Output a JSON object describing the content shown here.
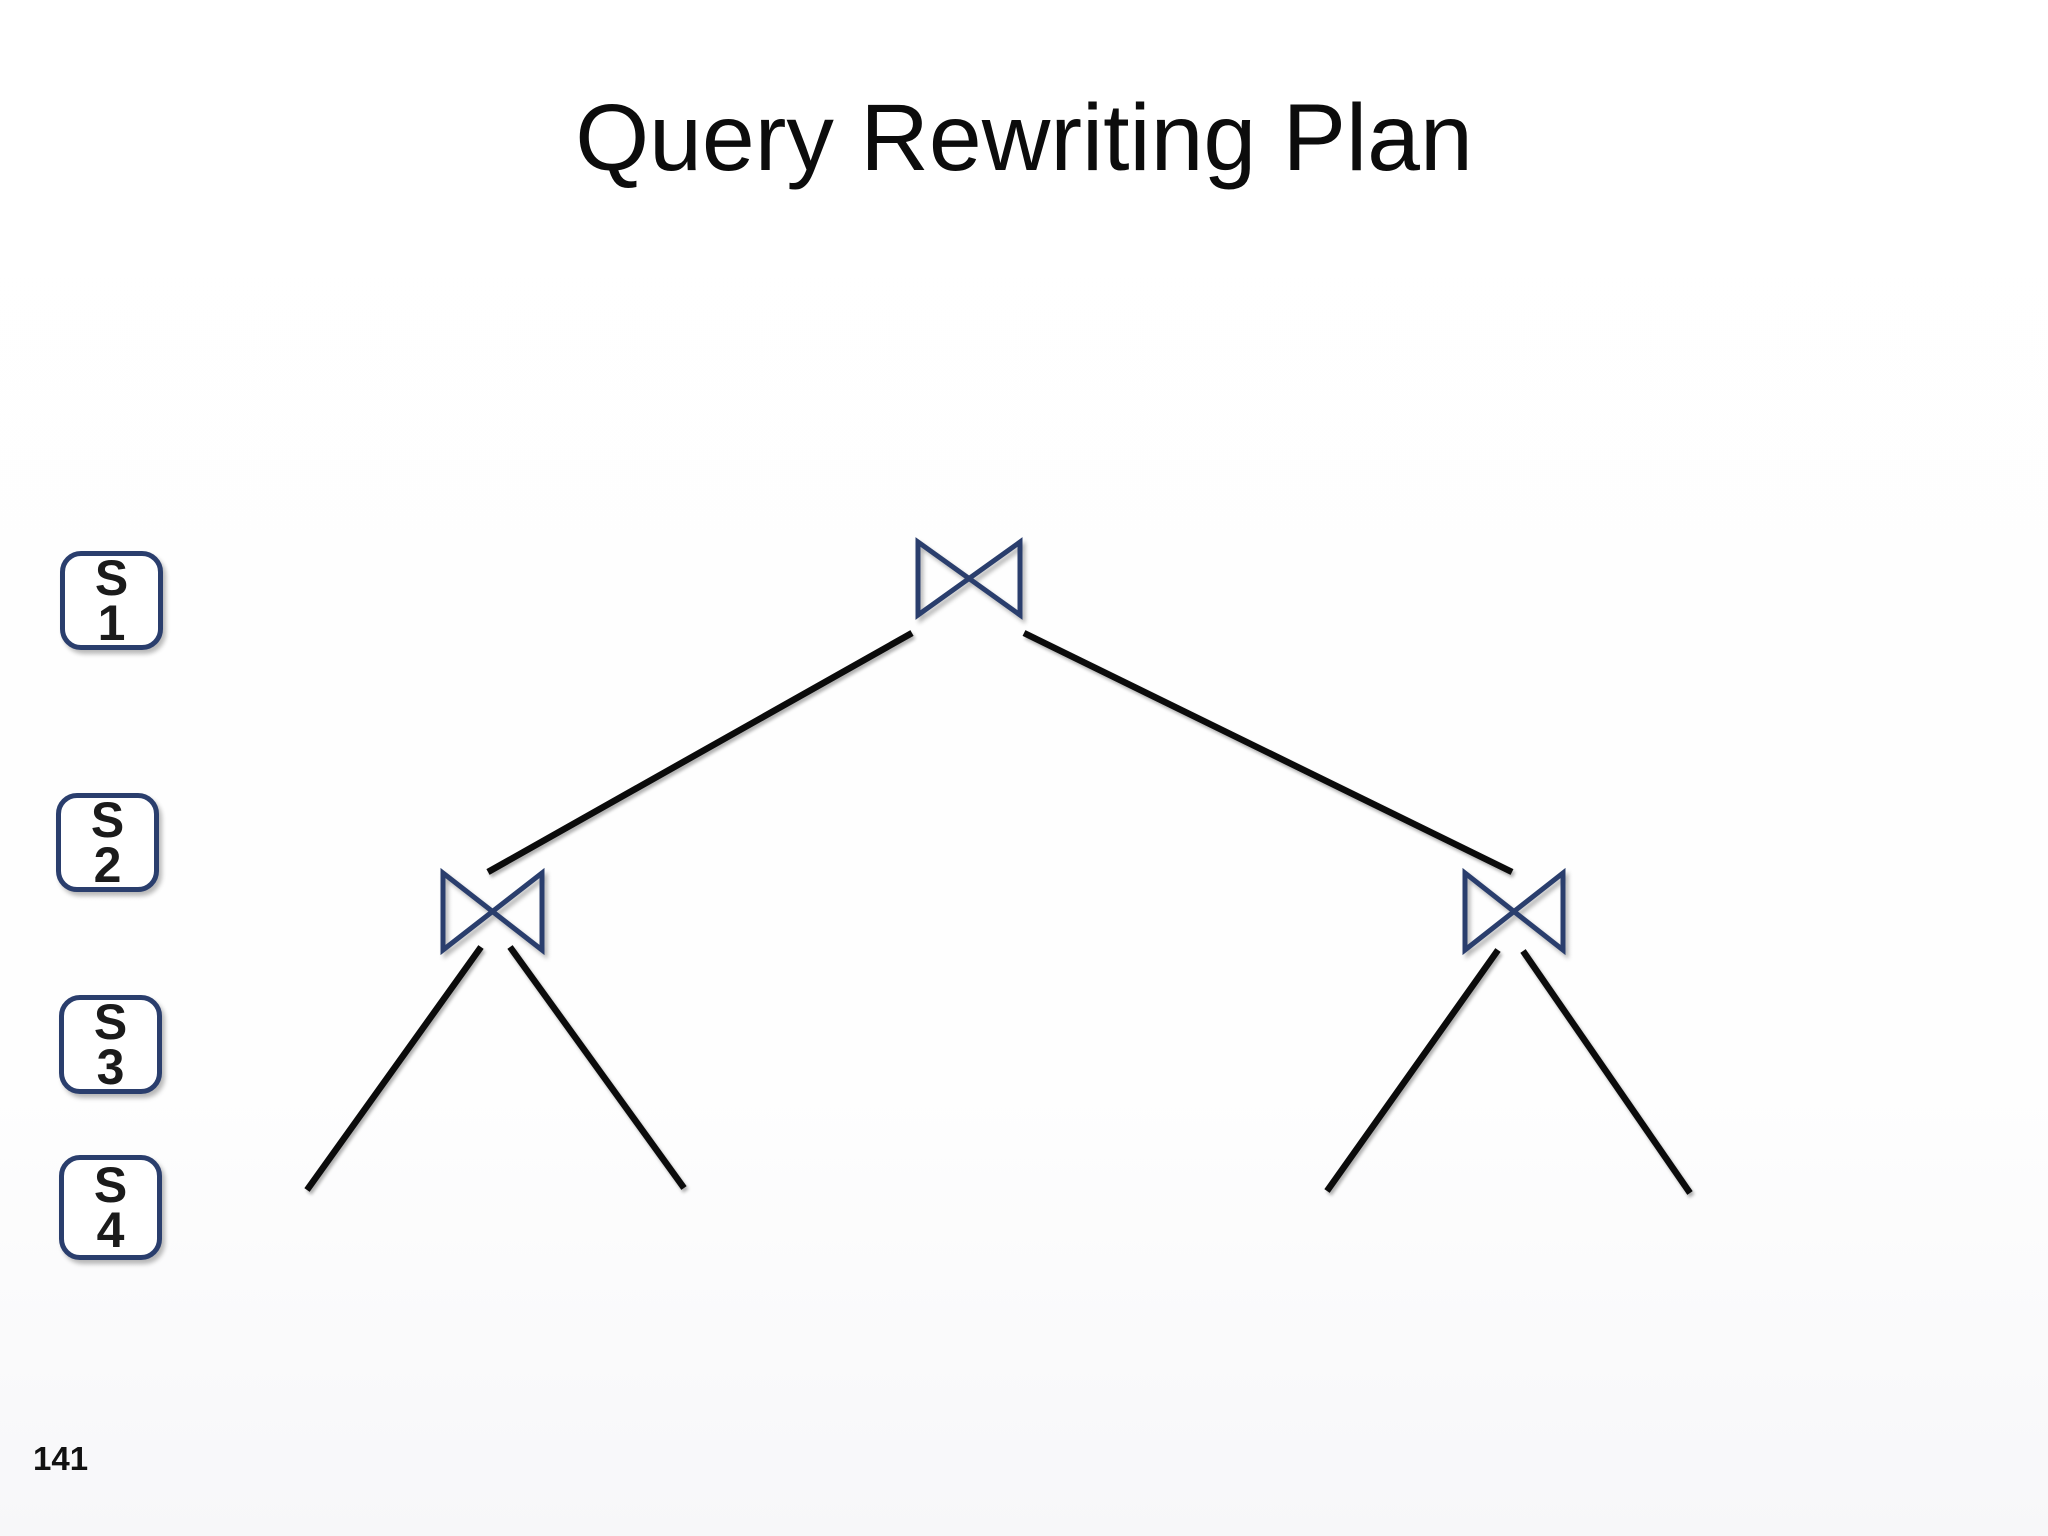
{
  "slide": {
    "title": "Query Rewriting Plan",
    "page_number": "141"
  },
  "sources": [
    {
      "id": "S1",
      "line1": "S",
      "line2": "1"
    },
    {
      "id": "S2",
      "line1": "S",
      "line2": "2"
    },
    {
      "id": "S3",
      "line1": "S",
      "line2": "3"
    },
    {
      "id": "S4",
      "line1": "S",
      "line2": "4"
    }
  ],
  "diagram": {
    "type": "binary-join-tree",
    "join_operator_symbol": "⋈",
    "join_nodes": [
      {
        "id": "join-root",
        "level": "top",
        "children": [
          "join-left",
          "join-right"
        ]
      },
      {
        "id": "join-left",
        "level": "middle",
        "children": [
          "leaf-edge",
          "leaf-edge"
        ]
      },
      {
        "id": "join-right",
        "level": "middle",
        "children": [
          "leaf-edge",
          "leaf-edge"
        ]
      }
    ],
    "edge_count": 6
  },
  "colors": {
    "accent_navy": "#2a3e6d",
    "edge_black": "#0b0b0b",
    "text_black": "#0c0c0c",
    "background": "#ffffff"
  }
}
